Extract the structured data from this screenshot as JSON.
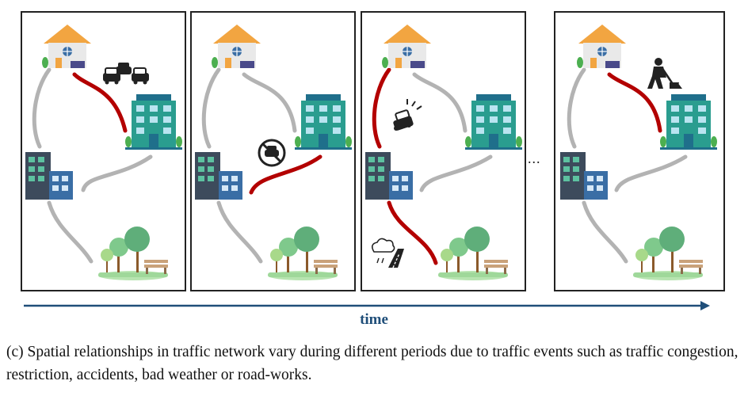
{
  "figure": {
    "axis_label": "time",
    "ellipsis": "...",
    "caption": "(c) Spatial relationships in traffic network vary during different periods due to traffic events such as traffic congestion, restriction, accidents, bad weather or road-works.",
    "colors": {
      "road_normal": "#b3b3b3",
      "road_event": "#b30000",
      "arrow": "#1f4e79",
      "house_roof": "#f2a541",
      "office_teal": "#2a9d8f",
      "apartment_gray": "#3d4b5c",
      "park_green": "#7fc98c"
    },
    "panels": [
      {
        "event": "traffic congestion",
        "icon": "cars-icon"
      },
      {
        "event": "traffic restriction",
        "icon": "no-car-icon"
      },
      {
        "event": "accident / bad weather",
        "icon": "crash-icon"
      },
      {
        "event": "road-works",
        "icon": "worker-icon"
      }
    ]
  }
}
